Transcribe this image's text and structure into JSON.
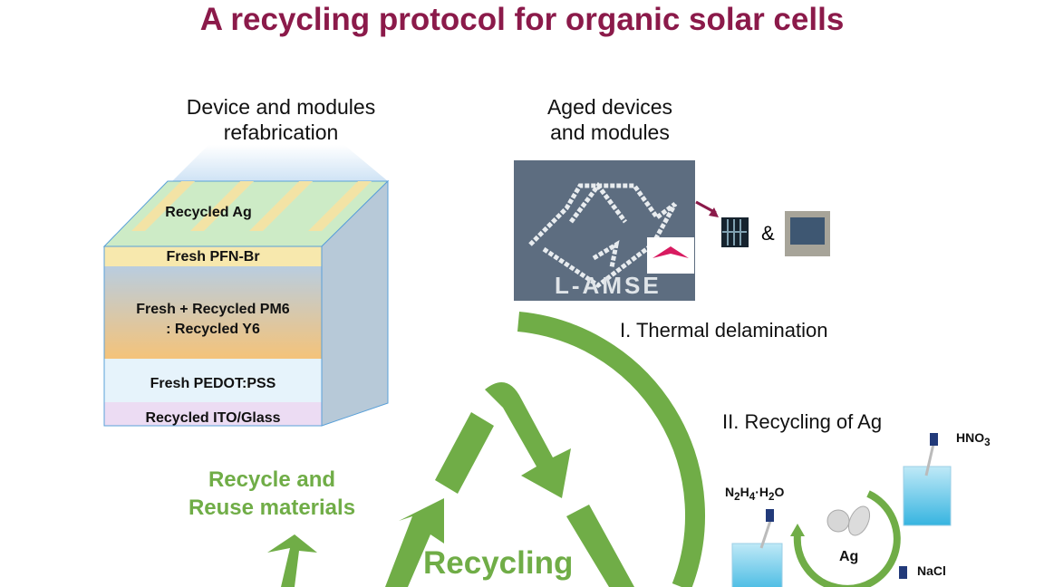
{
  "title": "A recycling protocol for organic solar cells",
  "refab": {
    "heading_line1": "Device and modules",
    "heading_line2": "refabrication",
    "layers": [
      "Recycled Ag",
      "Fresh PFN-Br",
      "Fresh + Recycled PM6",
      ": Recycled Y6",
      "Fresh PEDOT:PSS",
      "Recycled ITO/Glass"
    ]
  },
  "aged": {
    "heading_line1": "Aged devices",
    "heading_line2": "and modules",
    "photo_logo_text": "L-AMSE",
    "ampersand": "&"
  },
  "steps": {
    "thermal": "I. Thermal delamination",
    "ag": "II. Recycling of Ag"
  },
  "chemicals": {
    "hno3": "HNO",
    "hno3_sub": "3",
    "n2h4_a": "N",
    "n2h4_s1": "2",
    "n2h4_b": "H",
    "n2h4_s2": "4",
    "n2h4_c": "·H",
    "n2h4_s3": "2",
    "n2h4_d": "O",
    "nacl": "NaCl",
    "ag": "Ag"
  },
  "reuse": {
    "line1": "Recycle and",
    "line2": "Reuse materials"
  },
  "center": "Recycling",
  "colors": {
    "title": "#8b1a4a",
    "green": "#70ad47",
    "arrow": "#8b1a4a"
  }
}
